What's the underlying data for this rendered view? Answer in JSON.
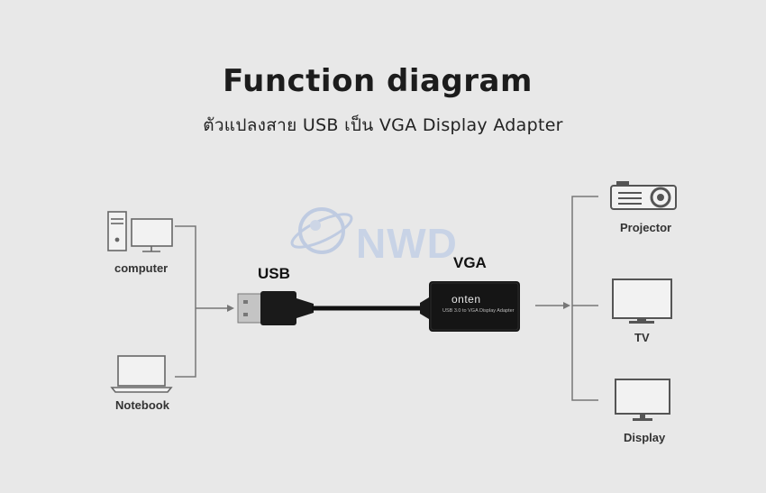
{
  "title": "Function diagram",
  "subtitle": "ตัวแปลงสาย USB เป็น VGA Display Adapter",
  "watermark": "NWD",
  "inputs": [
    {
      "label": "computer",
      "icon": "computer-icon"
    },
    {
      "label": "Notebook",
      "icon": "notebook-icon"
    }
  ],
  "connector_labels": {
    "usb": "USB",
    "vga": "VGA"
  },
  "adapter": {
    "brand": "onten",
    "model_text": "USB 3.0 to VGA Display Adapter"
  },
  "outputs": [
    {
      "label": "Projector",
      "icon": "projector-icon"
    },
    {
      "label": "TV",
      "icon": "tv-icon"
    },
    {
      "label": "Display",
      "icon": "monitor-icon"
    }
  ]
}
